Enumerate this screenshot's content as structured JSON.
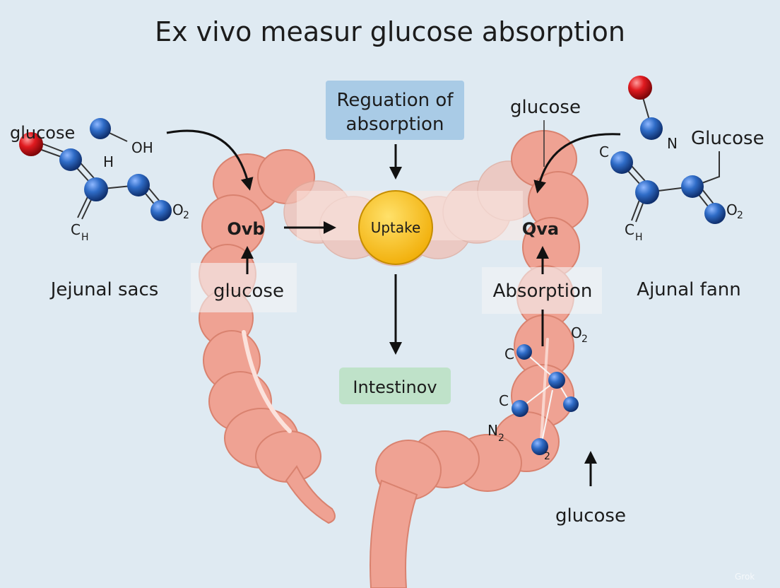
{
  "title": "Ex vivo measur glucose absorption",
  "boxes": {
    "regulation_line1": "Reguation of",
    "regulation_line2": "absorption",
    "uptake": "Uptake",
    "intestine": "Intestinov"
  },
  "labels": {
    "left_node": "Ovb",
    "right_node": "Qva",
    "glucose_left_mid": "glucose",
    "absorption_right": "Absorption",
    "jejunal_sacs": "Jejunal sacs",
    "ajunal_fann": "Ajunal fann",
    "glucose_top_right": "glucose",
    "glucose_bottom_right": "glucose",
    "watermark": "Grok"
  },
  "molecule_left": {
    "glucose": "glucose",
    "oh": "OH",
    "h": "H",
    "o2": "O",
    "o2_sub": "2",
    "ch": "C",
    "ch_sub": "H"
  },
  "molecule_right": {
    "n": "N",
    "glucose": "Glucose",
    "c": "C",
    "o2": "O",
    "o2_sub": "2",
    "ch": "C",
    "ch_sub": "H"
  },
  "molecule_lower_right": {
    "o2": "O",
    "o2_sub": "2",
    "c1": "C",
    "c2": "C",
    "n2": "N",
    "n2_sub": "2",
    "sub2": "2"
  },
  "colors": {
    "background": "#dfeaf2",
    "intestine": "#efa293",
    "intestine_dark": "#d9826f",
    "atom_blue": "#2a63b8",
    "atom_red": "#d8141c",
    "uptake": "#f7bd1a",
    "regulation_box": "#a9cbe6",
    "intestine_box": "#bfe2c9"
  }
}
